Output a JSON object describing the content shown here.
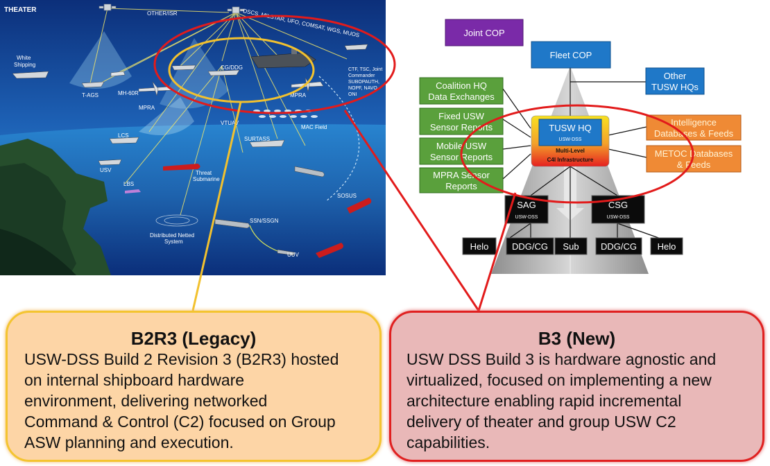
{
  "theater": {
    "title": "THEATER",
    "labels": [
      {
        "key": "other_isr",
        "text": "OTHER/ISR"
      },
      {
        "key": "sat",
        "text": "DSCS, MILSTAR, UFO, COMSAT, WGS, MUOS"
      },
      {
        "key": "white1",
        "text": "White"
      },
      {
        "key": "white2",
        "text": "Shipping"
      },
      {
        "key": "tags",
        "text": "T-AGS"
      },
      {
        "key": "mh60r",
        "text": "MH-60R"
      },
      {
        "key": "mpra1",
        "text": "MPRA"
      },
      {
        "key": "cgddg",
        "text": "CG/DDG"
      },
      {
        "key": "mpra2",
        "text": "MPRA"
      },
      {
        "key": "ctf1",
        "text": "CTF, TSC, Joint"
      },
      {
        "key": "ctf2",
        "text": "Commander"
      },
      {
        "key": "ctf3",
        "text": "SUBOPAUTH,"
      },
      {
        "key": "ctf4",
        "text": "NOPF, NAVO"
      },
      {
        "key": "ctf5",
        "text": "ONI"
      },
      {
        "key": "lcs",
        "text": "LCS"
      },
      {
        "key": "vtuav",
        "text": "VTUAV"
      },
      {
        "key": "mac",
        "text": "MAC Field"
      },
      {
        "key": "surtass",
        "text": "SURTASS"
      },
      {
        "key": "usv",
        "text": "USV"
      },
      {
        "key": "lbs",
        "text": "LBS"
      },
      {
        "key": "threat1",
        "text": "Threat"
      },
      {
        "key": "threat2",
        "text": "Submarine"
      },
      {
        "key": "sosus",
        "text": "SOSUS"
      },
      {
        "key": "ssn",
        "text": "SSN/SSGN"
      },
      {
        "key": "dns1",
        "text": "Distributed Netted"
      },
      {
        "key": "dns2",
        "text": "System"
      },
      {
        "key": "uuv",
        "text": "UUV"
      }
    ]
  },
  "hierarchy": {
    "nodes": [
      {
        "key": "joint_cop",
        "lines": [
          "Joint COP"
        ],
        "sub": "",
        "kind": "purple"
      },
      {
        "key": "fleet_cop",
        "lines": [
          "Fleet COP"
        ],
        "sub": "",
        "kind": "blue"
      },
      {
        "key": "other_tusw",
        "lines": [
          "Other",
          "TUSW HQs"
        ],
        "sub": "",
        "kind": "blue"
      },
      {
        "key": "coalition",
        "lines": [
          "Coalition HQ",
          "Data Exchanges"
        ],
        "sub": "",
        "kind": "green"
      },
      {
        "key": "fixed_usw",
        "lines": [
          "Fixed USW",
          "Sensor Reports"
        ],
        "sub": "",
        "kind": "green"
      },
      {
        "key": "mobile_usw",
        "lines": [
          "Mobile USW",
          "Sensor Reports"
        ],
        "sub": "",
        "kind": "green"
      },
      {
        "key": "mpra_sensor",
        "lines": [
          "MPRA Sensor",
          "Reports"
        ],
        "sub": "",
        "kind": "green"
      },
      {
        "key": "tusw_hq",
        "lines": [
          "TUSW HQ"
        ],
        "sub": "USW-DSS",
        "kind": "blue"
      },
      {
        "key": "intel",
        "lines": [
          "Intelligence",
          "Databases & Feeds"
        ],
        "sub": "",
        "kind": "orange"
      },
      {
        "key": "metoc",
        "lines": [
          "METOC Databases",
          "& Feeds"
        ],
        "sub": "",
        "kind": "orange"
      },
      {
        "key": "sag",
        "lines": [
          "SAG"
        ],
        "sub": "USW-DSS",
        "kind": "black"
      },
      {
        "key": "csg",
        "lines": [
          "CSG"
        ],
        "sub": "USW-DSS",
        "kind": "black"
      },
      {
        "key": "helo_left",
        "lines": [
          "Helo"
        ],
        "sub": "",
        "kind": "black"
      },
      {
        "key": "ddgcg_left",
        "lines": [
          "DDG/CG"
        ],
        "sub": "",
        "kind": "black"
      },
      {
        "key": "sub",
        "lines": [
          "Sub"
        ],
        "sub": "",
        "kind": "black"
      },
      {
        "key": "ddgcg_right",
        "lines": [
          "DDG/CG"
        ],
        "sub": "",
        "kind": "black"
      },
      {
        "key": "helo_right",
        "lines": [
          "Helo"
        ],
        "sub": "",
        "kind": "black"
      }
    ],
    "c4i_lines": [
      "Multi-Level",
      "C4I Infrastructure"
    ]
  },
  "legacy": {
    "title": "B2R3 (Legacy)",
    "lines": [
      "USW-DSS Build 2 Revision 3 (B2R3) hosted",
      "on internal shipboard hardware",
      "environment, delivering networked",
      "Command & Control (C2) focused on Group",
      "ASW planning and execution."
    ]
  },
  "new": {
    "title": "B3 (New)",
    "lines": [
      "USW DSS Build 3 is hardware agnostic and",
      "virtualized,  focused on implementing a new",
      "architecture enabling rapid incremental",
      "delivery of theater and group USW C2",
      "capabilities."
    ]
  },
  "colors": {
    "legacy_fill": "#fdd5a6",
    "legacy_border": "#f4c430",
    "new_fill": "#e9b8b8",
    "new_border": "#e02020",
    "green": "#5aa03c",
    "blue": "#1f78c8",
    "purple": "#7a2aa8",
    "orange": "#ef8a35"
  }
}
